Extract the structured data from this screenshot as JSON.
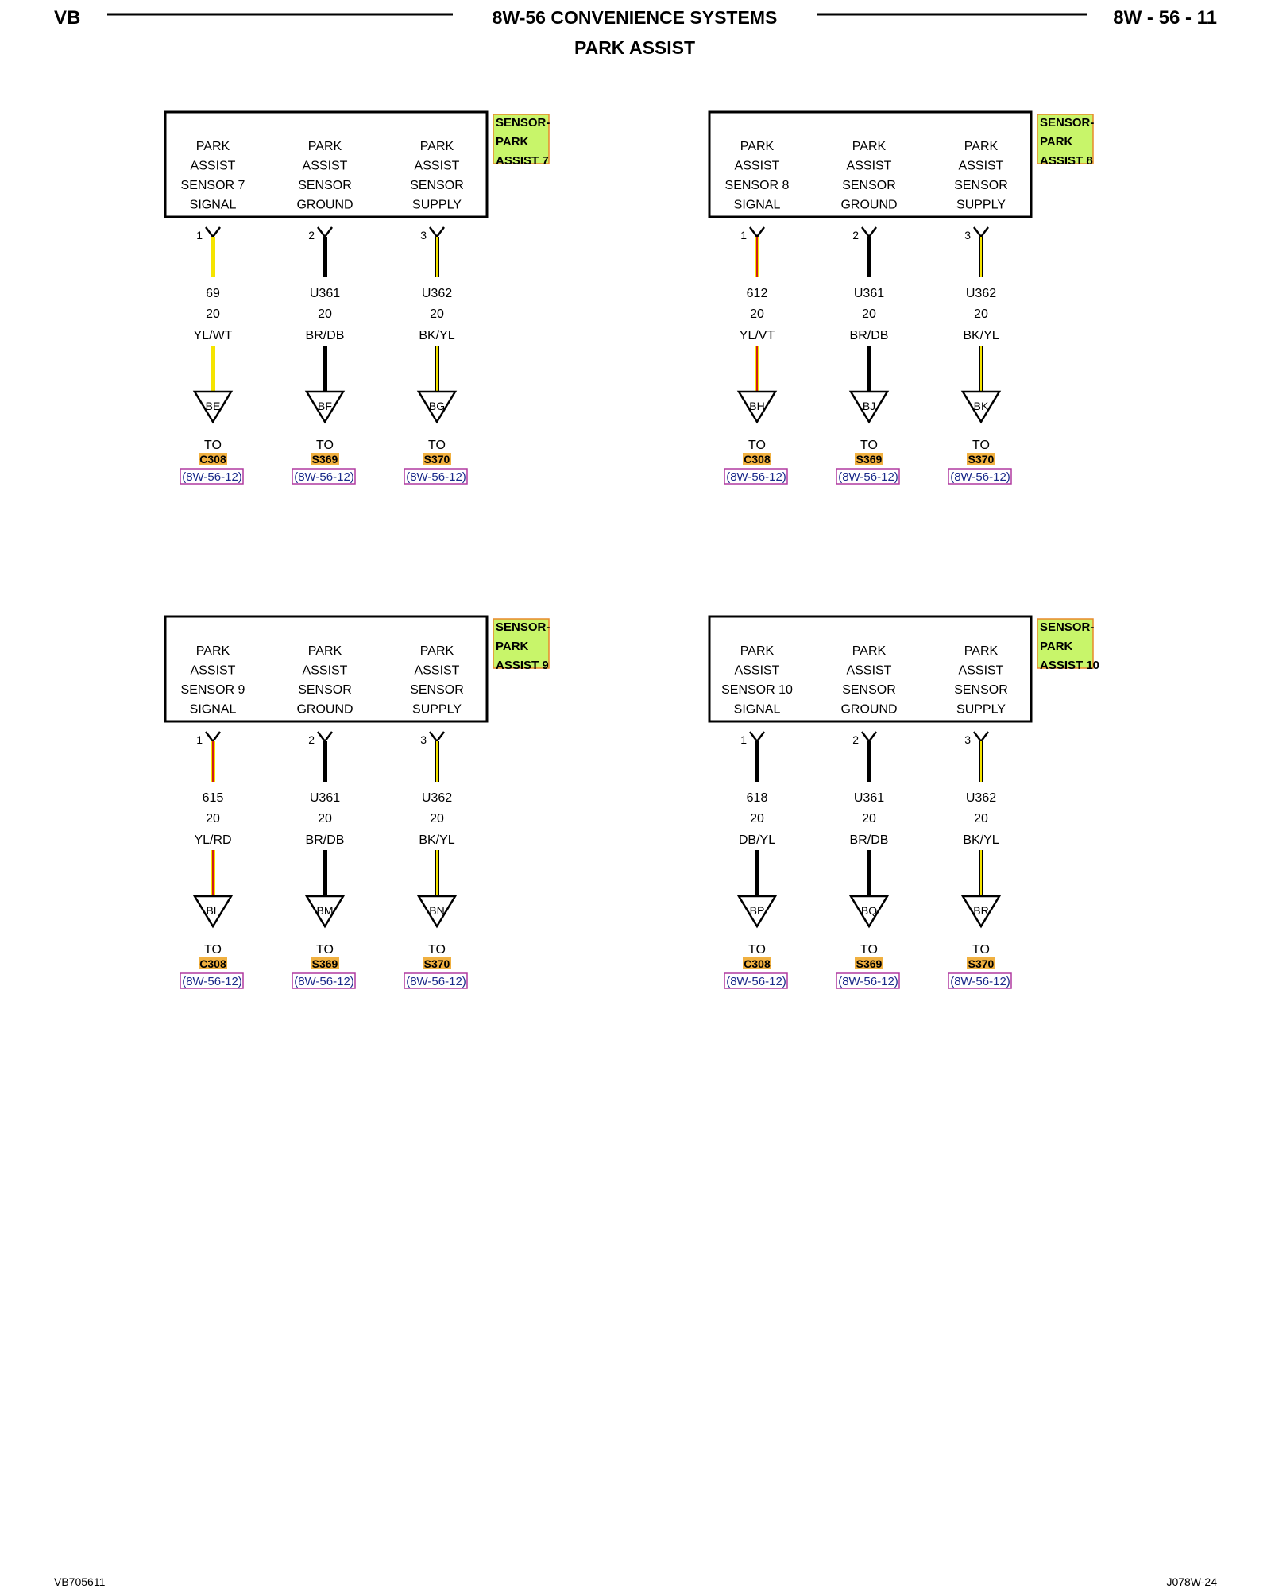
{
  "header": {
    "left": "VB",
    "title": "8W-56 CONVENIENCE SYSTEMS",
    "subtitle": "PARK ASSIST",
    "right": "8W - 56 - 11"
  },
  "footer": {
    "left": "VB705611",
    "right": "J078W-24"
  },
  "colors": {
    "tag_fill": "#c8f56a",
    "tag_border": "#e88a2a",
    "conn_fill": "#f0b040",
    "ref_border": "#b03aa0",
    "wire_yellow": "#f5e400",
    "wire_red": "#d21a1a",
    "wire_black": "#000000"
  },
  "modules": [
    {
      "id": "s7",
      "tag": [
        "SENSOR-",
        "PARK",
        "ASSIST 7"
      ],
      "pins": [
        {
          "pin": "1",
          "label": [
            "PARK",
            "ASSIST",
            "SENSOR 7",
            "SIGNAL"
          ],
          "circuit": "69",
          "gauge": "20",
          "color": "YL/WT",
          "wire": [
            "#f5e400",
            "#f5e400"
          ],
          "cavity": "BE",
          "to": "TO",
          "dest": "C308",
          "ref": "(8W-56-12)"
        },
        {
          "pin": "2",
          "label": [
            "PARK",
            "ASSIST",
            "SENSOR",
            "GROUND"
          ],
          "circuit": "U361",
          "gauge": "20",
          "color": "BR/DB",
          "wire": [
            "#000000",
            "#000000"
          ],
          "cavity": "BF",
          "to": "TO",
          "dest": "S369",
          "ref": "(8W-56-12)"
        },
        {
          "pin": "3",
          "label": [
            "PARK",
            "ASSIST",
            "SENSOR",
            "SUPPLY"
          ],
          "circuit": "U362",
          "gauge": "20",
          "color": "BK/YL",
          "wire": [
            "#000000",
            "#f5e400"
          ],
          "cavity": "BG",
          "to": "TO",
          "dest": "S370",
          "ref": "(8W-56-12)"
        }
      ]
    },
    {
      "id": "s8",
      "tag": [
        "SENSOR-",
        "PARK",
        "ASSIST 8"
      ],
      "pins": [
        {
          "pin": "1",
          "label": [
            "PARK",
            "ASSIST",
            "SENSOR 8",
            "SIGNAL"
          ],
          "circuit": "612",
          "gauge": "20",
          "color": "YL/VT",
          "wire": [
            "#f5e400",
            "#d21a1a"
          ],
          "cavity": "BH",
          "to": "TO",
          "dest": "C308",
          "ref": "(8W-56-12)"
        },
        {
          "pin": "2",
          "label": [
            "PARK",
            "ASSIST",
            "SENSOR",
            "GROUND"
          ],
          "circuit": "U361",
          "gauge": "20",
          "color": "BR/DB",
          "wire": [
            "#000000",
            "#000000"
          ],
          "cavity": "BJ",
          "to": "TO",
          "dest": "S369",
          "ref": "(8W-56-12)"
        },
        {
          "pin": "3",
          "label": [
            "PARK",
            "ASSIST",
            "SENSOR",
            "SUPPLY"
          ],
          "circuit": "U362",
          "gauge": "20",
          "color": "BK/YL",
          "wire": [
            "#000000",
            "#f5e400"
          ],
          "cavity": "BK",
          "to": "TO",
          "dest": "S370",
          "ref": "(8W-56-12)"
        }
      ]
    },
    {
      "id": "s9",
      "tag": [
        "SENSOR-",
        "PARK",
        "ASSIST 9"
      ],
      "pins": [
        {
          "pin": "1",
          "label": [
            "PARK",
            "ASSIST",
            "SENSOR 9",
            "SIGNAL"
          ],
          "circuit": "615",
          "gauge": "20",
          "color": "YL/RD",
          "wire": [
            "#f5e400",
            "#d21a1a"
          ],
          "cavity": "BL",
          "to": "TO",
          "dest": "C308",
          "ref": "(8W-56-12)"
        },
        {
          "pin": "2",
          "label": [
            "PARK",
            "ASSIST",
            "SENSOR",
            "GROUND"
          ],
          "circuit": "U361",
          "gauge": "20",
          "color": "BR/DB",
          "wire": [
            "#000000",
            "#000000"
          ],
          "cavity": "BM",
          "to": "TO",
          "dest": "S369",
          "ref": "(8W-56-12)"
        },
        {
          "pin": "3",
          "label": [
            "PARK",
            "ASSIST",
            "SENSOR",
            "SUPPLY"
          ],
          "circuit": "U362",
          "gauge": "20",
          "color": "BK/YL",
          "wire": [
            "#000000",
            "#f5e400"
          ],
          "cavity": "BN",
          "to": "TO",
          "dest": "S370",
          "ref": "(8W-56-12)"
        }
      ]
    },
    {
      "id": "s10",
      "tag": [
        "SENSOR-",
        "PARK",
        "ASSIST 10"
      ],
      "pins": [
        {
          "pin": "1",
          "label": [
            "PARK",
            "ASSIST",
            "SENSOR 10",
            "SIGNAL"
          ],
          "circuit": "618",
          "gauge": "20",
          "color": "DB/YL",
          "wire": [
            "#000000",
            "#000000"
          ],
          "cavity": "BP",
          "to": "TO",
          "dest": "C308",
          "ref": "(8W-56-12)"
        },
        {
          "pin": "2",
          "label": [
            "PARK",
            "ASSIST",
            "SENSOR",
            "GROUND"
          ],
          "circuit": "U361",
          "gauge": "20",
          "color": "BR/DB",
          "wire": [
            "#000000",
            "#000000"
          ],
          "cavity": "BQ",
          "to": "TO",
          "dest": "S369",
          "ref": "(8W-56-12)"
        },
        {
          "pin": "3",
          "label": [
            "PARK",
            "ASSIST",
            "SENSOR",
            "SUPPLY"
          ],
          "circuit": "U362",
          "gauge": "20",
          "color": "BK/YL",
          "wire": [
            "#000000",
            "#f5e400"
          ],
          "cavity": "BR",
          "to": "TO",
          "dest": "S370",
          "ref": "(8W-56-12)"
        }
      ]
    }
  ]
}
